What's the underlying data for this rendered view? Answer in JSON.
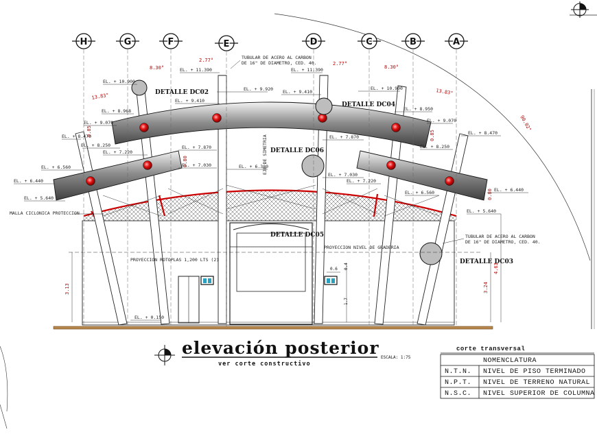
{
  "axes": [
    "H",
    "G",
    "F",
    "E",
    "D",
    "C",
    "B",
    "A"
  ],
  "axis_symbol_tr": "+",
  "details": {
    "dc02": "DETALLE DC02",
    "dc04": "DETALLE DC04",
    "dc06": "DETALLE DC06",
    "dc05": "DETALLE DC05",
    "dc03": "DETALLE DC03"
  },
  "levels_left": [
    "EL. + 10.900",
    "EL. + 8.968",
    "EL. + 9.070",
    "EL. + 8.470",
    "EL. + 8.250",
    "EL. + 7.220",
    "EL. + 6.560",
    "EL. + 6.440",
    "EL. + 5.640"
  ],
  "levels_center": [
    "EL. + 11.390",
    "EL. + 9.920",
    "EL. + 9.410",
    "EL. + 7.870",
    "EL. + 7.030",
    "EL. + 6.380",
    "EL. + 11.390",
    "EL. + 9.410",
    "EL. + 7.870",
    "EL. + 7.030",
    "EL. + 7.220"
  ],
  "levels_right": [
    "EL. + 10.900",
    "EL. + 8.950",
    "EL. + 9.070",
    "EL. + 8.470",
    "EL. + 8.250",
    "EL. + 6.560",
    "EL. + 6.440",
    "EL. + 5.640"
  ],
  "level_bottom": "EL. + 0.150",
  "angles": [
    "8.30°",
    "2.77°",
    "2.77°",
    "8.30°",
    "13.83°",
    "13.83°",
    "90.02°"
  ],
  "red_dims": [
    "0.85",
    "0.80",
    "0.85",
    "0.80",
    "3.13",
    "3.24",
    "4.63"
  ],
  "small_dims": [
    "0.6",
    "0.4",
    "1.7"
  ],
  "notes": {
    "tubular_top": "TUBULAR DE ACERO AL CARBON DE 16\" DE DIAMETRO, CED. 40.",
    "tubular_right": "TUBULAR DE ACERO AL CARBON DE 16\" DE DIAMETRO, CED. 40.",
    "eje": "EJE DE SIMETRIA",
    "malla": "MALLA CICLONICA PROTECCION",
    "proyeccion_graderia": "PROYECCION NIVEL DE GRADERIA",
    "proyeccion_rotoplas": "PROYECCION ROTOPLAS 1,200 LTS (2)"
  },
  "title": {
    "main": "elevación posterior",
    "sub": "ver corte constructivo",
    "scale": "ESCALA: 1:75"
  },
  "corte": "corte transversal",
  "nomenclature": {
    "header": "NOMENCLATURA",
    "rows": [
      {
        "abbr": "N.T.N.",
        "desc": "NIVEL DE PISO TERMINADO"
      },
      {
        "abbr": "N.P.T.",
        "desc": "NIVEL DE TERRENO NATURAL"
      },
      {
        "abbr": "N.S.C.",
        "desc": "NIVEL SUPERIOR DE COLUMNA"
      }
    ]
  },
  "colors": {
    "beam": "#6e6e6e",
    "red": "#cc0000",
    "ground": "#b8874e",
    "line": "#222222"
  }
}
